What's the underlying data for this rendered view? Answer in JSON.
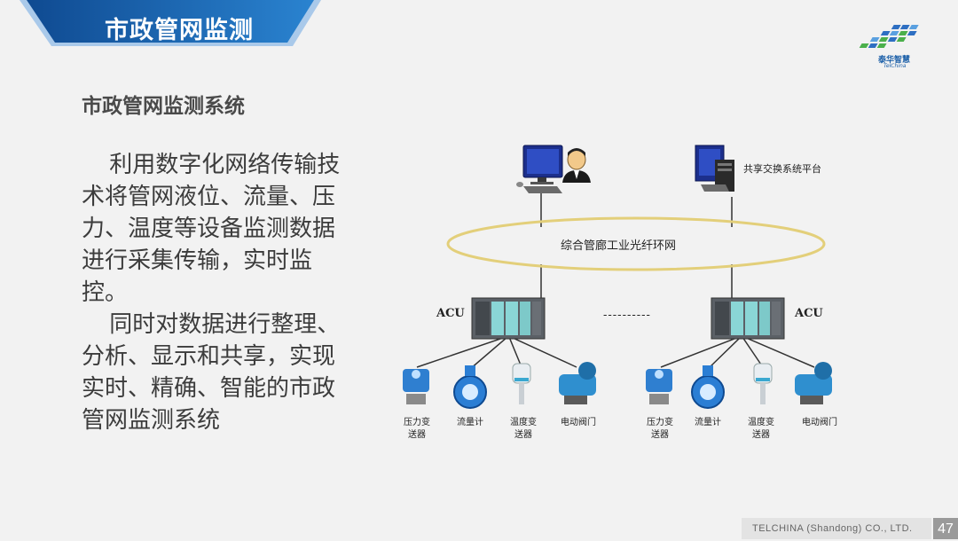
{
  "header": {
    "title": "市政管网监测"
  },
  "logo": {
    "name": "泰华智慧",
    "sub": "TelChina"
  },
  "section_title": "市政管网监测系统",
  "paragraphs": [
    "利用数字化网络传输技术将管网液位、流量、压力、温度等设备监测数据进行采集传输，实时监控。",
    "同时对数据进行整理、分析、显示和共享，实现实时、精确、智能的市政管网监测系统"
  ],
  "diagram": {
    "platform_label": "共享交换系统平台",
    "ring_label": "综合管廊工业光纤环网",
    "acu_left": "ACU",
    "acu_right": "ACU",
    "separator": "----------",
    "left_devices": [
      "压力变\n送器",
      "流量计",
      "温度变\n送器",
      "电动阀门"
    ],
    "right_devices": [
      "压力变\n送器",
      "流量计",
      "温度变\n送器",
      "电动阀门"
    ]
  },
  "footer": {
    "company": "TELCHINA  (Shandong)  CO., LTD.",
    "page": "47"
  },
  "colors": {
    "header_blue": "#1f6bb8",
    "ring": "#e8d58a",
    "text": "#3c3c3c"
  }
}
